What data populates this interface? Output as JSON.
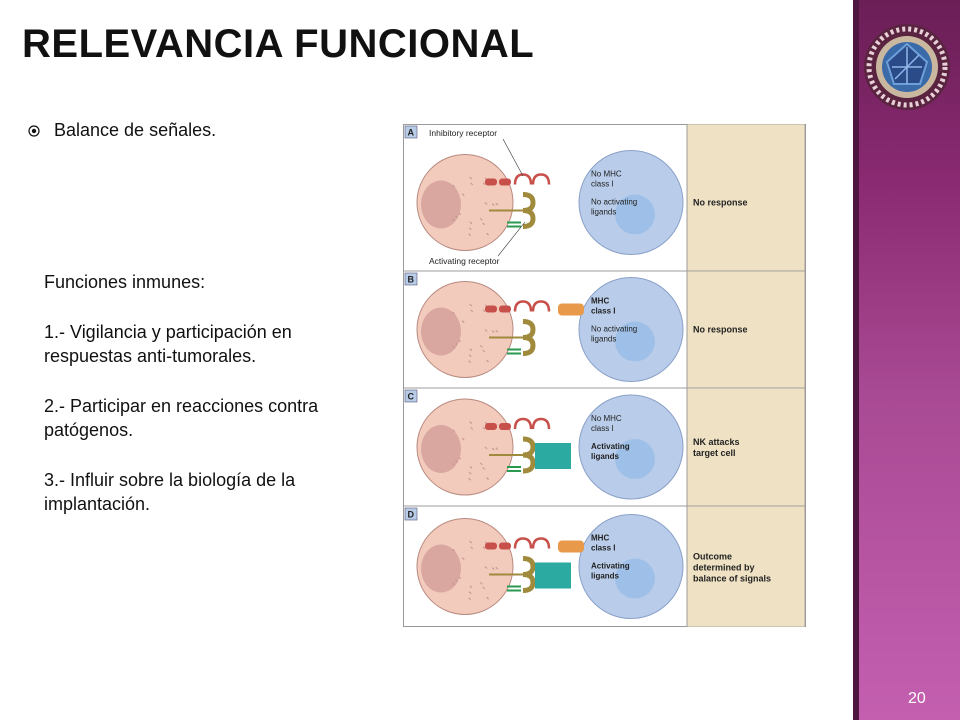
{
  "slide": {
    "title": "RELEVANCIA FUNCIONAL",
    "bullet": "Balance de señales.",
    "paragraphs": [
      "Funciones inmunes:",
      "1.- Vigilancia y participación en respuestas anti-tumorales.",
      "2.- Participar en reacciones contra patógenos.",
      "3.- Influir sobre la  biología de la implantación."
    ],
    "page_number": "20"
  },
  "diagram": {
    "labels": {
      "inhibitory_receptor": "Inhibitory receptor",
      "activating_receptor": "Activating receptor"
    },
    "panels": [
      {
        "letter": "A",
        "target_lines": [
          "No MHC",
          "class I"
        ],
        "target_lines2": [
          "No activating",
          "ligands"
        ],
        "outcome": [
          "No response"
        ],
        "mhc": false,
        "ligand": false
      },
      {
        "letter": "B",
        "target_lines": [
          "MHC",
          "class I"
        ],
        "target_lines2": [
          "No activating",
          "ligands"
        ],
        "outcome": [
          "No response"
        ],
        "mhc": true,
        "ligand": false
      },
      {
        "letter": "C",
        "target_lines": [
          "No MHC",
          "class I"
        ],
        "target_lines2": [
          "Activating",
          "ligands"
        ],
        "outcome": [
          "NK attacks",
          "target cell"
        ],
        "mhc": false,
        "ligand": true
      },
      {
        "letter": "D",
        "target_lines": [
          "MHC",
          "class I"
        ],
        "target_lines2": [
          "Activating",
          "ligands"
        ],
        "outcome": [
          "Outcome",
          "determined by",
          "balance of signals"
        ],
        "mhc": true,
        "ligand": true
      }
    ]
  },
  "colors": {
    "sidebar": "#a94a94",
    "nk_cell": "#f2cbbd",
    "target_cell": "#b9cdea",
    "outcome_bg": "#efe2c4",
    "mhc": "#e8994a",
    "ligand": "#2aaaa0",
    "inhibitory": "#c8504a",
    "activating": "#a08a3c"
  }
}
